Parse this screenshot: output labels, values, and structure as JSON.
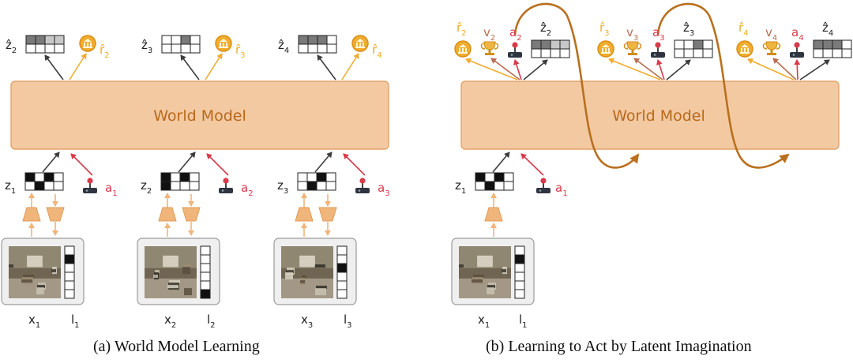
{
  "captions": {
    "a": "(a) World Model Learning",
    "b": "(b) Learning to Act by Latent Imagination"
  },
  "world_model_label": "World Model",
  "colors": {
    "world_model_fill": "#f3c9a2",
    "world_model_stroke": "#e3a36a",
    "world_model_text": "#b8691b",
    "encoder": "#f0b57a",
    "reward": "#f0ac2e",
    "action": "#d93a4a",
    "value": "#b86e4f",
    "latent_arrow": "#3d3d3d",
    "imagination_arrow": "#b9701f",
    "observation_panel": "#efefef"
  },
  "panel_a": {
    "inputs": [
      {
        "z": "z",
        "z_sub": "1",
        "a": "a",
        "a_sub": "1",
        "x": "x",
        "x_sub": "1",
        "l": "l",
        "l_sub": "1"
      },
      {
        "z": "z",
        "z_sub": "2",
        "a": "a",
        "a_sub": "2",
        "x": "x",
        "x_sub": "2",
        "l": "l",
        "l_sub": "2"
      },
      {
        "z": "z",
        "z_sub": "3",
        "a": "a",
        "a_sub": "3",
        "x": "x",
        "x_sub": "3",
        "l": "l",
        "l_sub": "3"
      }
    ],
    "outputs": [
      {
        "z": "ẑ",
        "z_sub": "2",
        "r": "r̂",
        "r_sub": "2"
      },
      {
        "z": "ẑ",
        "z_sub": "3",
        "r": "r̂",
        "r_sub": "3"
      },
      {
        "z": "ẑ",
        "z_sub": "4",
        "r": "r̂",
        "r_sub": "4"
      }
    ]
  },
  "panel_b": {
    "input": {
      "z": "z",
      "z_sub": "1",
      "a": "a",
      "a_sub": "1",
      "x": "x",
      "x_sub": "1",
      "l": "l",
      "l_sub": "1"
    },
    "outputs": [
      {
        "r": "r̂",
        "r_sub": "2",
        "v": "v",
        "v_sub": "2",
        "a": "a",
        "a_sub": "2",
        "z": "ẑ",
        "z_sub": "2"
      },
      {
        "r": "r̂",
        "r_sub": "3",
        "v": "v",
        "v_sub": "3",
        "a": "a",
        "a_sub": "3",
        "z": "ẑ",
        "z_sub": "3"
      },
      {
        "r": "r̂",
        "r_sub": "4",
        "v": "v",
        "v_sub": "4",
        "a": "a",
        "a_sub": "4",
        "z": "ẑ",
        "z_sub": "4"
      }
    ]
  }
}
